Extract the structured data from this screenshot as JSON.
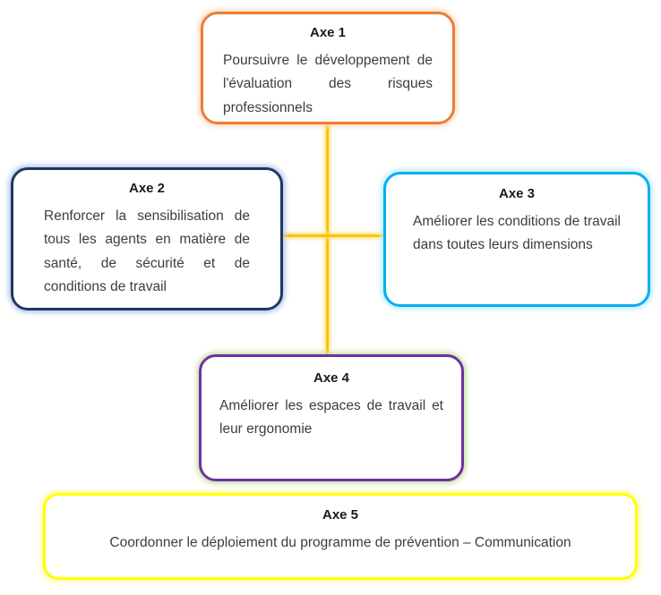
{
  "diagram": {
    "boxes": [
      {
        "id": "axe1",
        "label": "Axe 1",
        "text": "Poursuivre le développement de l'évaluation des risques professionnels",
        "border_color": "#ED7D31",
        "glow_color": "#FBD9BC"
      },
      {
        "id": "axe2",
        "label": "Axe 2",
        "text": "Renforcer la sensibilisation de tous les agents en matière de santé, de sécurité et de conditions de travail",
        "border_color": "#1F3864",
        "glow_color": "#B4C7E7"
      },
      {
        "id": "axe3",
        "label": "Axe 3",
        "text": "Améliorer les conditions de travail dans toutes leurs dimensions",
        "border_color": "#00B0F0",
        "glow_color": "#BDE9FB"
      },
      {
        "id": "axe4",
        "label": "Axe 4",
        "text": "Améliorer les espaces de travail et leur ergonomie",
        "border_color": "#7030A0",
        "glow_color": "#C6E0A4"
      },
      {
        "id": "axe5",
        "label": "Axe 5",
        "text": "Coordonner le déploiement du programme de prévention – Communication",
        "border_color": "#FFFF00",
        "glow_color": "#FFF8A6"
      }
    ],
    "connector": {
      "color": "#FFC000",
      "glow_color": "#FFE274"
    }
  }
}
